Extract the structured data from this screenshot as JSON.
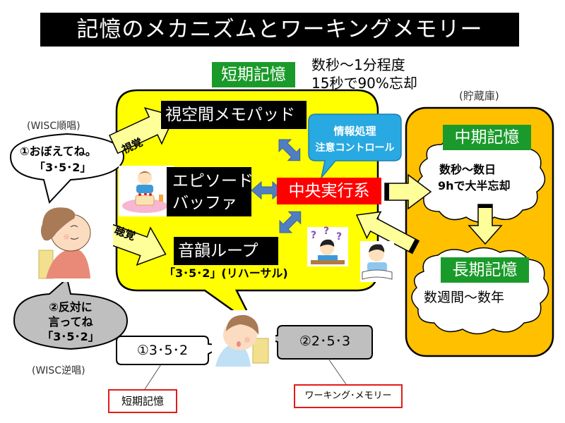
{
  "title": "記憶のメカニズムとワーキングメモリー",
  "short_term": {
    "label": "短期記憶",
    "note_line1": "数秒〜1分程度",
    "note_line2": "15秒で90%忘却"
  },
  "components": {
    "visuospatial": "視空間メモパッド",
    "episodic_line1": "エピソード",
    "episodic_line2": "バッファ",
    "phonological": "音韻ループ",
    "rehearsal": "「3･5･2」(リハーサル)",
    "central": "中央実行系",
    "central_callout_line1": "情報処理",
    "central_callout_line2": "注意コントロール"
  },
  "inputs": {
    "visual": "視覚",
    "auditory": "聴覚"
  },
  "storage": {
    "caption": "(貯蔵庫)",
    "mid_term": {
      "label": "中期記憶",
      "line1": "数秒〜数日",
      "line2": "9hで大半忘却"
    },
    "long_term": {
      "label": "長期記憶",
      "line1": "数週間〜数年"
    }
  },
  "wisc": {
    "forward_caption": "(WISC順唱)",
    "forward_line1": "①おぼえてね。",
    "forward_line2": "「3･5･2」",
    "backward_caption": "(WISC逆唱)",
    "backward_line1": "②反対に",
    "backward_line2": "言ってね",
    "backward_line3": "「3･5･2」"
  },
  "answers": {
    "forward": "①3･5･2",
    "backward": "②2･5･3",
    "forward_tag": "短期記憶",
    "backward_tag": "ワーキング･メモリー"
  },
  "colors": {
    "title_bg": "#000000",
    "short_term_bg": "#ffff00",
    "storage_bg": "#ffc000",
    "label_green": "#1a9a2a",
    "central_red": "#ff0000",
    "callout_blue": "#29a9e1",
    "double_arrow_blue": "#4f7fc0",
    "input_arrow": "#ffff99",
    "tag_border": "#e21b1b"
  }
}
